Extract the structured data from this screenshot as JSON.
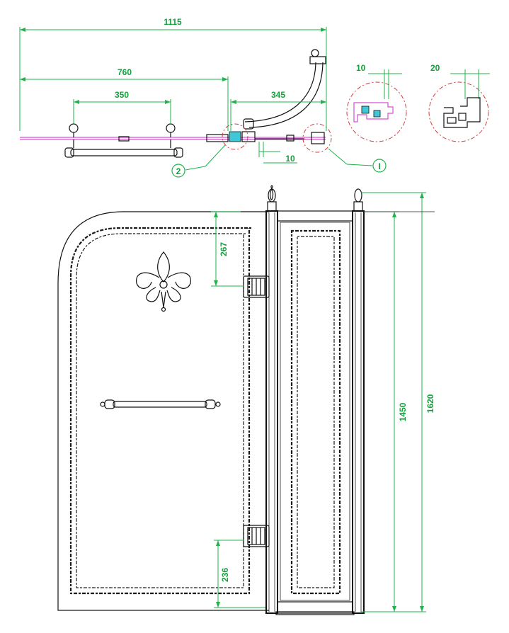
{
  "dimensions": {
    "total_width": "1115",
    "width_760": "760",
    "width_350": "350",
    "width_345": "345",
    "gap_10": "10",
    "detail_1_thickness": "10",
    "detail_2_thickness": "20",
    "top_to_hinge": "267",
    "bottom_to_hinge": "236",
    "panel_height": "1450",
    "total_height": "1620"
  },
  "callouts": {
    "detail_2": "2",
    "detail_1": "I"
  },
  "colors": {
    "dimension": "#1db34a",
    "glass_edge": "#d64fd6",
    "seal": "#40c8d8",
    "detail_circle": "#d23b3b"
  }
}
